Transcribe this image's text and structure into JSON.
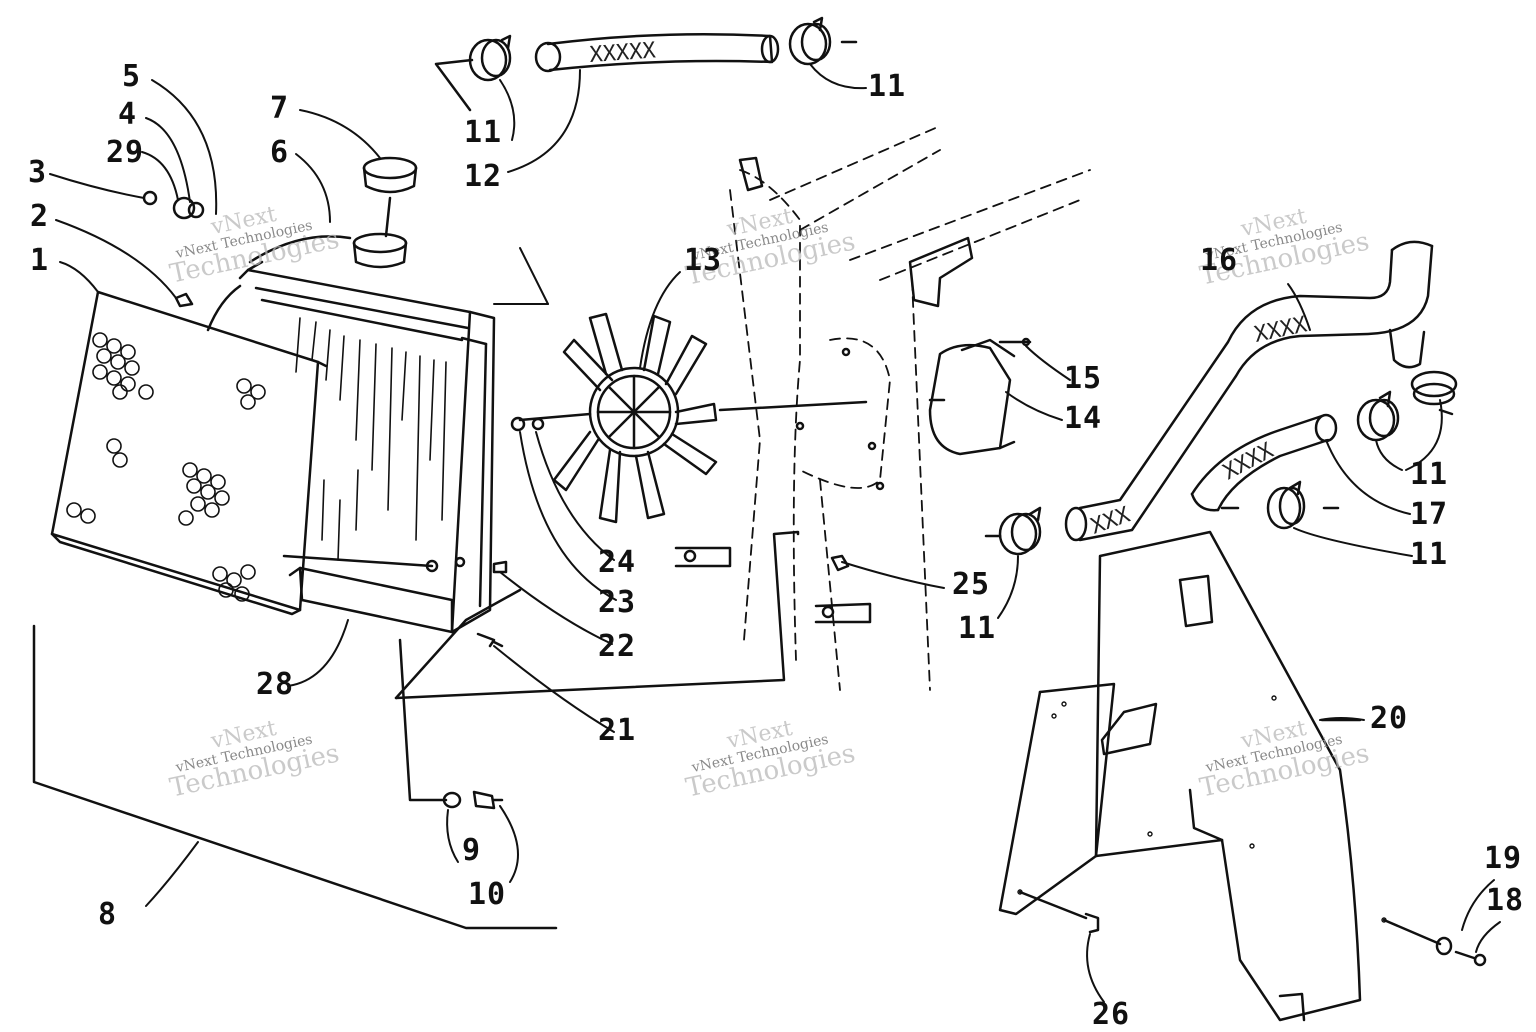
{
  "callouts": [
    {
      "id": "1",
      "text": "1"
    },
    {
      "id": "2",
      "text": "2"
    },
    {
      "id": "3",
      "text": "3"
    },
    {
      "id": "4",
      "text": "4"
    },
    {
      "id": "5",
      "text": "5"
    },
    {
      "id": "6",
      "text": "6"
    },
    {
      "id": "7",
      "text": "7"
    },
    {
      "id": "8",
      "text": "8"
    },
    {
      "id": "9",
      "text": "9"
    },
    {
      "id": "10",
      "text": "10"
    },
    {
      "id": "11a",
      "text": "11"
    },
    {
      "id": "11b",
      "text": "11"
    },
    {
      "id": "11c",
      "text": "11"
    },
    {
      "id": "11d",
      "text": "11"
    },
    {
      "id": "11e",
      "text": "11"
    },
    {
      "id": "12",
      "text": "12"
    },
    {
      "id": "13",
      "text": "13"
    },
    {
      "id": "14",
      "text": "14"
    },
    {
      "id": "15",
      "text": "15"
    },
    {
      "id": "16",
      "text": "16"
    },
    {
      "id": "17",
      "text": "17"
    },
    {
      "id": "18",
      "text": "18"
    },
    {
      "id": "19",
      "text": "19"
    },
    {
      "id": "20",
      "text": "20"
    },
    {
      "id": "21",
      "text": "21"
    },
    {
      "id": "22",
      "text": "22"
    },
    {
      "id": "23",
      "text": "23"
    },
    {
      "id": "24",
      "text": "24"
    },
    {
      "id": "25",
      "text": "25"
    },
    {
      "id": "26",
      "text": "26"
    },
    {
      "id": "28",
      "text": "28"
    },
    {
      "id": "29",
      "text": "29"
    }
  ],
  "watermark": {
    "line1": "vNext",
    "line2": "vNext Technologies",
    "line3": "Technologies"
  },
  "hose_marks": {
    "upper": "XXXXX",
    "long": "XXXX",
    "lower": "XXXX",
    "bottom": "XXX"
  }
}
